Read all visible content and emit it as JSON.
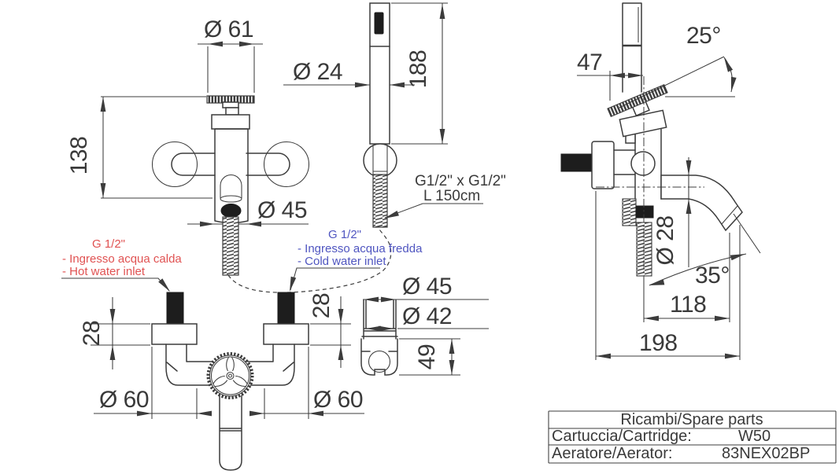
{
  "colors": {
    "line": "#3c3c3c",
    "hot_text": "#e05252",
    "cold_text": "#4f55c0",
    "background": "#ffffff"
  },
  "front_view": {
    "dim_handle_diameter": "Ø 61",
    "dim_height": "138",
    "dim_body_diameter": "Ø 45"
  },
  "hand_shower": {
    "dim_diameter": "Ø 24",
    "dim_length": "188",
    "hose_spec": "G1/2\" x G1/2\"",
    "hose_length": "L 150cm"
  },
  "hot_inlet": {
    "thread": "G 1/2\"",
    "label_it": "- Ingresso acqua calda",
    "label_en": "- Hot water inlet"
  },
  "cold_inlet": {
    "thread": "G 1/2\"",
    "label_it": "- Ingresso acqua fredda",
    "label_en": "- Cold water inlet"
  },
  "bottom_view": {
    "dim_depth_left": "28",
    "dim_depth_right": "28",
    "dim_flange_left": "Ø 60",
    "dim_flange_right": "Ø 60"
  },
  "bracket_detail": {
    "dim_outer_diameter": "Ø 45",
    "dim_inner_diameter": "Ø 42",
    "dim_height": "49"
  },
  "side_view": {
    "dim_offset": "47",
    "dim_handle_angle": "25°",
    "dim_spout_diameter": "Ø 28",
    "dim_spout_angle": "35°",
    "dim_reach": "118",
    "dim_total_depth": "198"
  },
  "parts_table": {
    "header": "Ricambi/Spare parts",
    "rows": [
      {
        "label": "Cartuccia/Cartridge:",
        "value": "W50"
      },
      {
        "label": "Aeratore/Aerator:",
        "value": "83NEX02BP"
      }
    ]
  }
}
